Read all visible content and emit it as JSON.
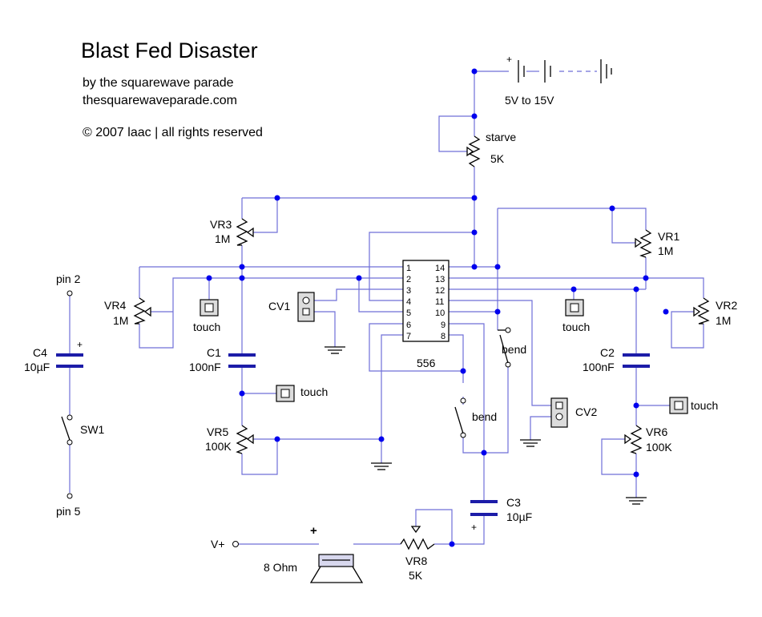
{
  "header": {
    "title": "Blast Fed Disaster",
    "byline": "by the squarewave parade",
    "website": "thesquarewaveparade.com",
    "copyright": "© 2007 laac | all rights reserved"
  },
  "ic": {
    "name": "556",
    "pins_left": [
      "1",
      "2",
      "3",
      "4",
      "5",
      "6",
      "7"
    ],
    "pins_right": [
      "14",
      "13",
      "12",
      "11",
      "10",
      "9",
      "8"
    ]
  },
  "power": {
    "range": "5V to 15V",
    "plus_sign": "+"
  },
  "starve": {
    "label": "starve",
    "value": "5K"
  },
  "resistors": {
    "vr1": {
      "name": "VR1",
      "value": "1M"
    },
    "vr2": {
      "name": "VR2",
      "value": "1M"
    },
    "vr3": {
      "name": "VR3",
      "value": "1M"
    },
    "vr4": {
      "name": "VR4",
      "value": "1M"
    },
    "vr5": {
      "name": "VR5",
      "value": "100K"
    },
    "vr6": {
      "name": "VR6",
      "value": "100K"
    },
    "vr8": {
      "name": "VR8",
      "value": "5K"
    }
  },
  "capacitors": {
    "c1": {
      "name": "C1",
      "value": "100nF"
    },
    "c2": {
      "name": "C2",
      "value": "100nF"
    },
    "c3": {
      "name": "C3",
      "value": "10µF",
      "plus": "+"
    },
    "c4": {
      "name": "C4",
      "value": "10µF",
      "plus": "+"
    }
  },
  "connectors": {
    "cv1": "CV1",
    "cv2": "CV2"
  },
  "touch_label": "touch",
  "bend_label": "bend",
  "switch": {
    "name": "SW1",
    "pin_top": "pin 2",
    "pin_bottom": "pin 5"
  },
  "output": {
    "vplus": "V+",
    "speaker": "8 Ohm",
    "speaker_plus": "+"
  },
  "colors": {
    "wire": "#6f6fd8",
    "junction": "#0000ee",
    "capacitor": "#1c1ca8",
    "component": "#000000"
  }
}
